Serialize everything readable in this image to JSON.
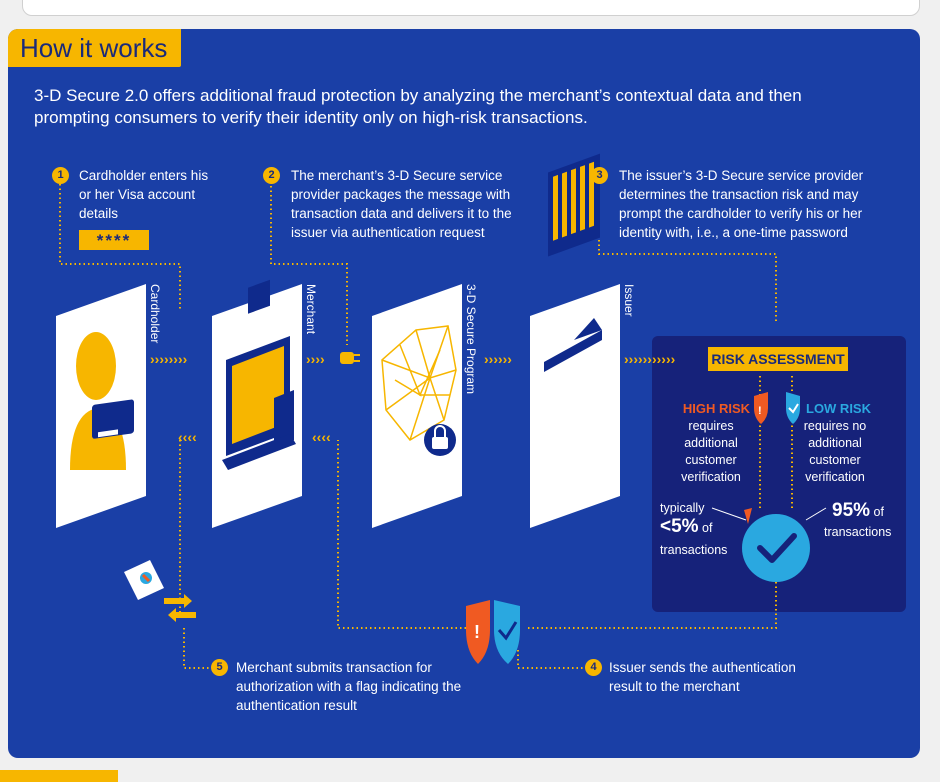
{
  "header": {
    "title": "How it works"
  },
  "intro": "3-D Secure 2.0 offers additional fraud protection by analyzing the merchant’s contextual data and then prompting consumers to verify their identity only on high-risk transactions.",
  "steps": [
    {
      "num": "1",
      "text": "Cardholder enters his or her Visa account details"
    },
    {
      "num": "2",
      "text": "The merchant’s 3-D Secure service provider packages the message with transaction data and delivers it to the issuer via authentication request"
    },
    {
      "num": "3",
      "text": "The issuer’s 3-D Secure service provider determines the transaction risk and may prompt the cardholder to verify his or her identity with, i.e., a one-time password"
    },
    {
      "num": "4",
      "text": "Issuer sends the authentication result to the merchant"
    },
    {
      "num": "5",
      "text": "Merchant submits transaction for authorization with a flag indicating the authentication result"
    }
  ],
  "masked_card": "****",
  "cards": [
    {
      "label": "Cardholder",
      "icon": "person-with-card-icon"
    },
    {
      "label": "Merchant",
      "icon": "monitor-cart-icon"
    },
    {
      "label": "3-D Secure Program",
      "icon": "network-lock-icon"
    },
    {
      "label": "Issuer",
      "icon": "bank-icon"
    }
  ],
  "risk": {
    "title": "RISK ASSESSMENT",
    "high": {
      "label": "HIGH RISK",
      "desc": "requires additional customer verification",
      "share_prefix": "typically",
      "share_value": "<5%",
      "share_suffix": "of",
      "share_unit": "transactions"
    },
    "low": {
      "label": "LOW RISK",
      "desc": "requires no additional customer verification",
      "share_value": "95%",
      "share_suffix": "of",
      "share_unit": "transactions"
    }
  },
  "colors": {
    "panel": "#1a3fa6",
    "accent": "#f7b600",
    "risk_box": "#16227a",
    "high_risk": "#f05a22",
    "low_risk": "#2aa8e0"
  }
}
